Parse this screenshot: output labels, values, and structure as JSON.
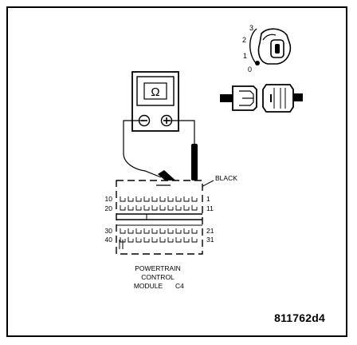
{
  "figure": {
    "id": "811762d4"
  },
  "ignition_key": {
    "positions": [
      "3",
      "2",
      "1",
      "0"
    ],
    "icon": "ignition-key-switch-icon"
  },
  "disconnect_icon": "connector-disconnected-icon",
  "meter": {
    "symbol": "Ω",
    "minus_jack": "−",
    "plus_jack": "+",
    "icon": "ohmmeter-icon"
  },
  "probe_label": "BLACK",
  "connector": {
    "title_line1": "POWERTRAIN",
    "title_line2": "CONTROL",
    "title_line3": "MODULE",
    "title_suffix": "C4",
    "pins": {
      "left_top": [
        "10",
        "20"
      ],
      "right_top": [
        "1",
        "11"
      ],
      "left_bottom": [
        "30",
        "40"
      ],
      "right_bottom": [
        "21",
        "31"
      ]
    }
  }
}
